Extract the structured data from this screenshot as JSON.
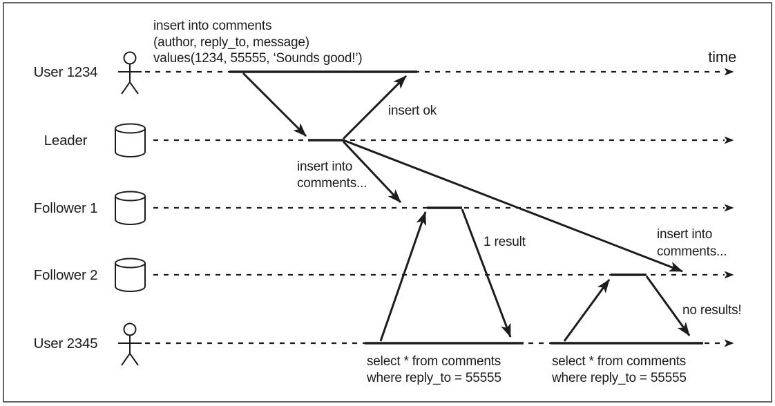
{
  "colors": {
    "ink": "#1c1c1c",
    "border": "#3f3f3f",
    "background": "#ffffff"
  },
  "time_label": "time",
  "lanes": [
    {
      "label": "User 1234",
      "icon": "person"
    },
    {
      "label": "Leader",
      "icon": "database"
    },
    {
      "label": "Follower 1",
      "icon": "database"
    },
    {
      "label": "Follower 2",
      "icon": "database"
    },
    {
      "label": "User 2345",
      "icon": "person"
    }
  ],
  "annotations": {
    "insert_statement": [
      "insert into comments",
      "(author, reply_to, message)",
      "values(1234, 55555, ‘Sounds good!’)"
    ],
    "insert_ok": "insert ok",
    "replicate_follower1": [
      "insert into",
      "comments..."
    ],
    "replicate_follower2": [
      "insert into",
      "comments..."
    ],
    "one_result": "1 result",
    "no_results": "no results!",
    "select_query_first": [
      "select * from comments",
      "where reply_to = 55555"
    ],
    "select_query_second": [
      "select * from comments",
      "where reply_to = 55555"
    ]
  }
}
